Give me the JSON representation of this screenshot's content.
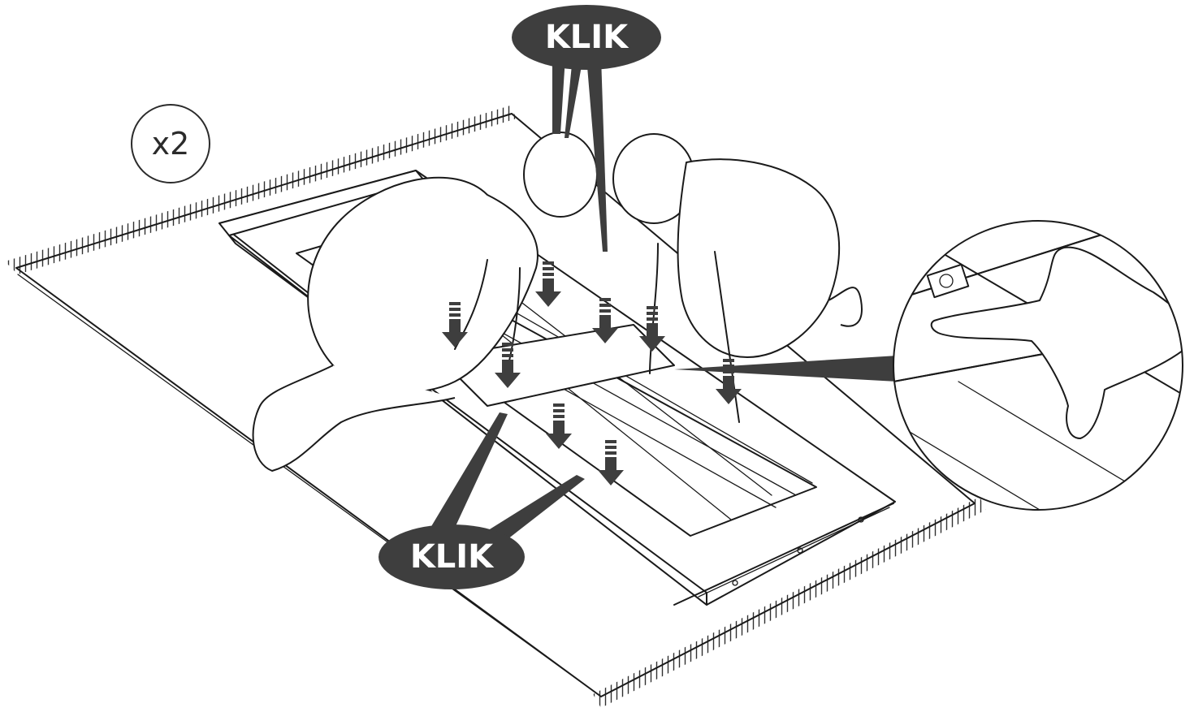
{
  "callouts": {
    "top": "KLIK",
    "bottom": "KLIK"
  },
  "quantity_badge": "x2",
  "colors": {
    "callout_fill": "#3e3e3e",
    "arrow_fill": "#3e3e3e",
    "line": "#1a1a1a"
  },
  "icons": {
    "down_arrow": "down-arrow-icon"
  }
}
